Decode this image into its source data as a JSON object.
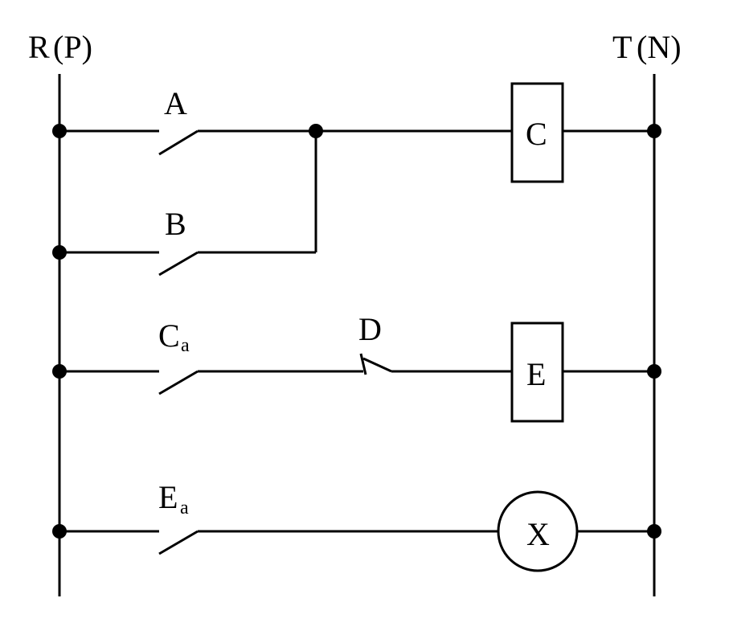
{
  "rails": {
    "left_label": "R",
    "left_paren": "(P)",
    "right_label": "T",
    "right_paren": "(N)"
  },
  "contacts": {
    "a": "A",
    "b": "B",
    "ca_main": "C",
    "ca_sub": "a",
    "d": "D",
    "ea_main": "E",
    "ea_sub": "a"
  },
  "loads": {
    "c": "C",
    "e": "E",
    "x": "X"
  }
}
